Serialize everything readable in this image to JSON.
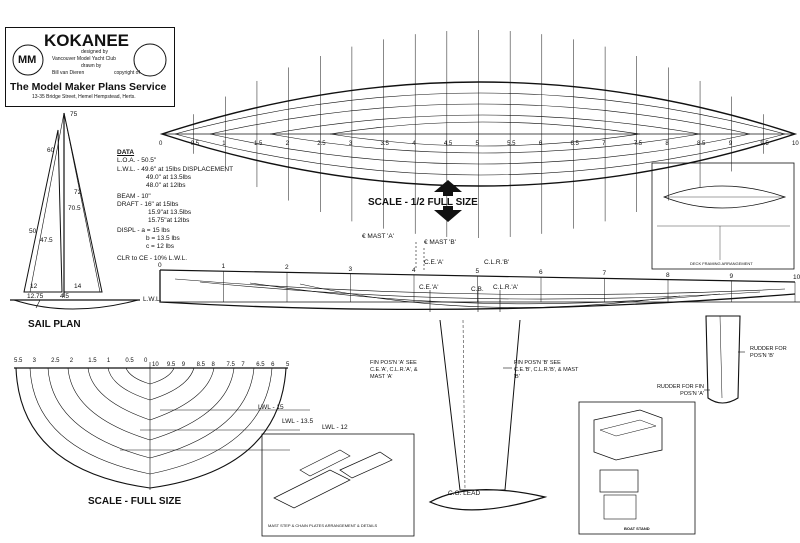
{
  "title_block": {
    "name": "KOKANEE",
    "designed_by_label": "designed by",
    "designer": "Vancouver Model Yacht Club",
    "drawn_by_label": "drawn by",
    "drafter": "Bill van Dieren",
    "copyright": "copyright of",
    "publisher": "The Model Maker Plans Service",
    "address": "13-35 Bridge Street, Hemel Hempstead, Herts.",
    "logo_letters": "MM"
  },
  "data_block": {
    "heading": "DATA",
    "loa": "L.O.A. - 50.5\"",
    "lwl_1": "L.W.L. - 49.6\" at 15lbs DISPLACEMENT",
    "lwl_2": "49.0\" at 13.5lbs",
    "lwl_3": "48.0\" at 12lbs",
    "beam": "BEAM - 10\"",
    "draft_1": "DRAFT - 16\" at 15lbs",
    "draft_2": "15.9\"at 13.5lbs",
    "draft_3": "15.75\"at 12lbs",
    "displ_1": "DISPL - a = 15 lbs",
    "displ_2": "b = 13.5 lbs",
    "displ_3": "c = 12 lbs",
    "clr_ce": "CLR to CE - 10% L.W.L."
  },
  "plan_view": {
    "stations": [
      "0",
      "0.5",
      "1",
      "1.5",
      "2",
      "2.5",
      "3",
      "3.5",
      "4",
      "4.5",
      "5",
      "5.5",
      "6",
      "6.5",
      "7",
      "7.5",
      "8",
      "8.5",
      "9",
      "9.5",
      "10"
    ]
  },
  "scale_half": "SCALE - 1/2 FULL SIZE",
  "scale_full": "SCALE - FULL SIZE",
  "sail_plan": {
    "label": "SAIL PLAN",
    "numbers": [
      "75",
      "60",
      "72",
      "70.5",
      "50",
      "47.5",
      "12",
      "14",
      "12.75",
      "4.5"
    ],
    "lwl_label": "L.W.L."
  },
  "profile": {
    "stations": [
      "0",
      "1",
      "2",
      "3",
      "4",
      "5",
      "6",
      "7",
      "8",
      "9",
      "10"
    ],
    "mast_a": "€ MAST 'A'",
    "mast_b": "€ MAST 'B'",
    "cew_top": "C.E.'A'",
    "clr_b": "C.L.R.'B'",
    "cew": "C.E.'A'",
    "cb": "C.B.",
    "clra": "C.L.R.'A'",
    "fin_a": "FIN POS'N 'A' SEE C.E.'A', C.L.R.'A', & MAST 'A'",
    "fin_b": "FIN POS'N 'B' SEE C.E.'B', C.L.R.'B', & MAST 'B'",
    "cg_lead": "C.G. LEAD",
    "rudder_b": "RUDDER FOR POS'N 'B'",
    "rudder_a": "RUDDER FOR FIN POS'N 'A'"
  },
  "body_plan": {
    "stations_left": [
      "5.5",
      "3",
      "2.5",
      "2",
      "1.5",
      "1",
      "0.5",
      "0"
    ],
    "stations_right": [
      "10",
      "9.5",
      "9",
      "8.5",
      "8",
      "7.5",
      "7",
      "6.5",
      "6",
      "5"
    ],
    "lwl_15": "LWL - 15",
    "lwl_135": "LWL - 13.5",
    "lwl_12": "LWL - 12"
  },
  "details": {
    "deck_framing": "DECK FRAMING ARRANGEMENT",
    "mast_step": "MAST STEP & CHAIN PLATES ARRANGEMENT & DETAILS",
    "boat_stand": "BOAT STAND"
  }
}
